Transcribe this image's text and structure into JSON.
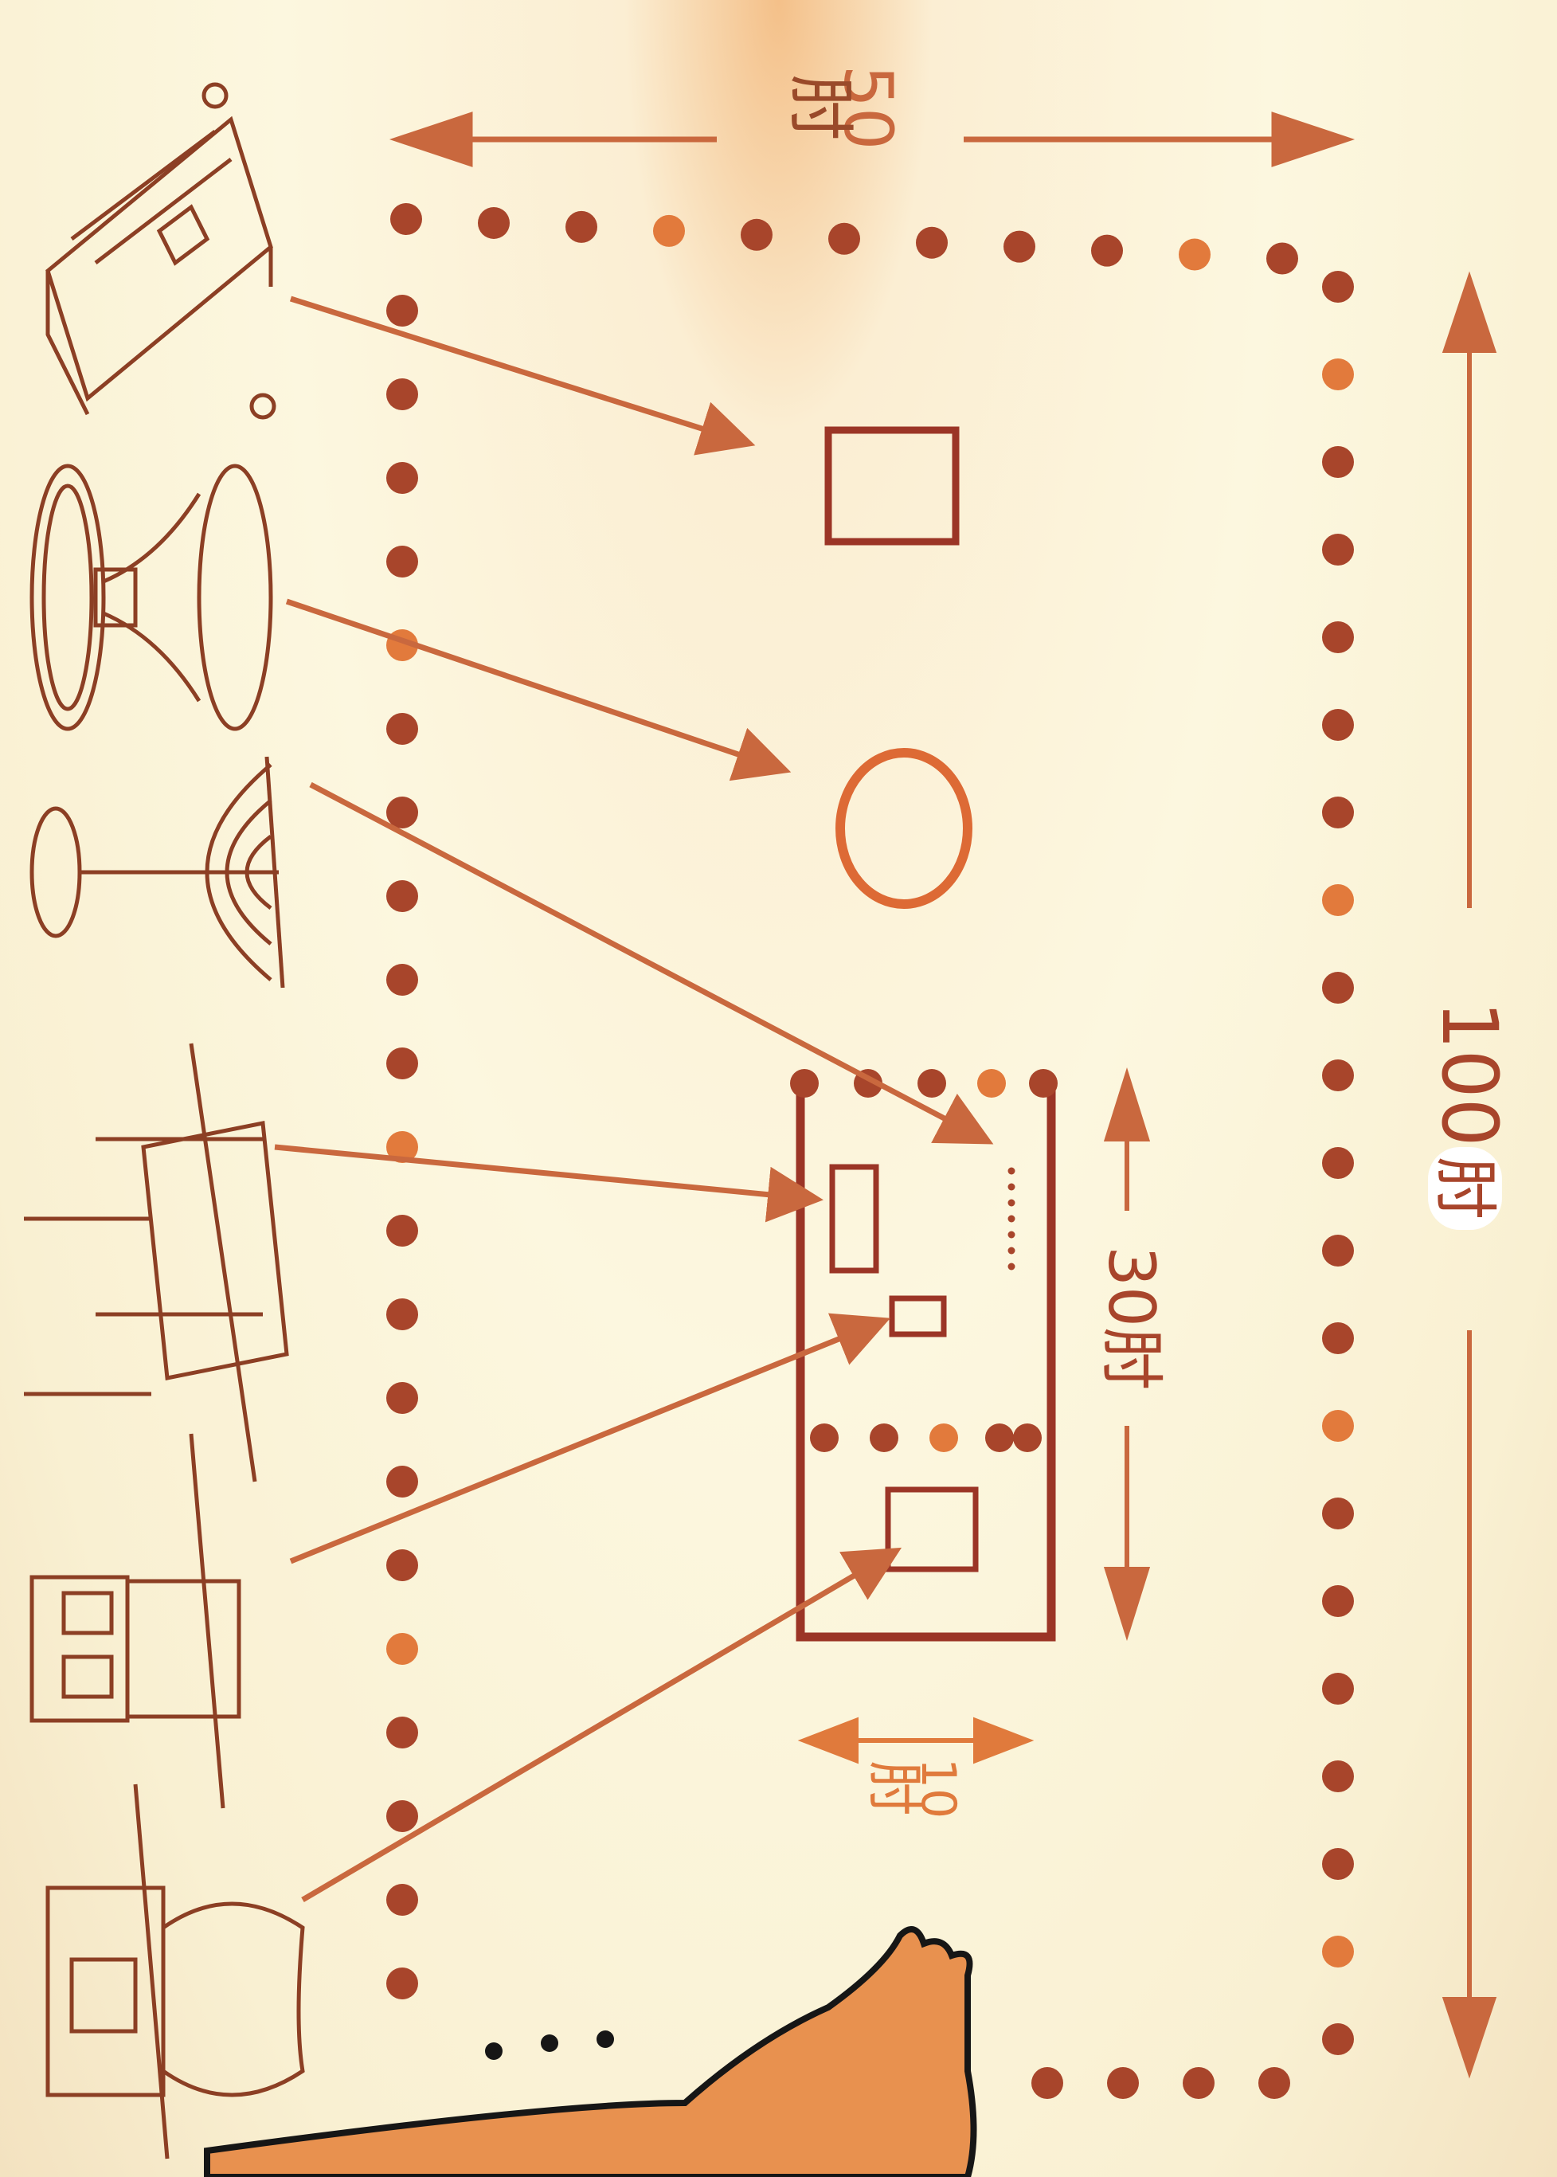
{
  "labels": {
    "width_num": "50",
    "width_unit": "肘",
    "length_num": "100",
    "length_unit": "肘",
    "inner_length": "30肘",
    "inner_width_num": "10",
    "inner_width_unit": "肘"
  },
  "colors": {
    "dot_dark": "#a8452b",
    "dot_light": "#e27a3c",
    "arrow": "#c9683e",
    "outline": "#9b3526",
    "sketch": "#8c3f24",
    "text": "#9a4a2a",
    "text_orange": "#e07a3c"
  },
  "icons": [
    "altar-icon",
    "laver-icon",
    "lampstand-icon",
    "table-icon",
    "incense-altar-icon",
    "ark-icon",
    "figure-icon"
  ]
}
